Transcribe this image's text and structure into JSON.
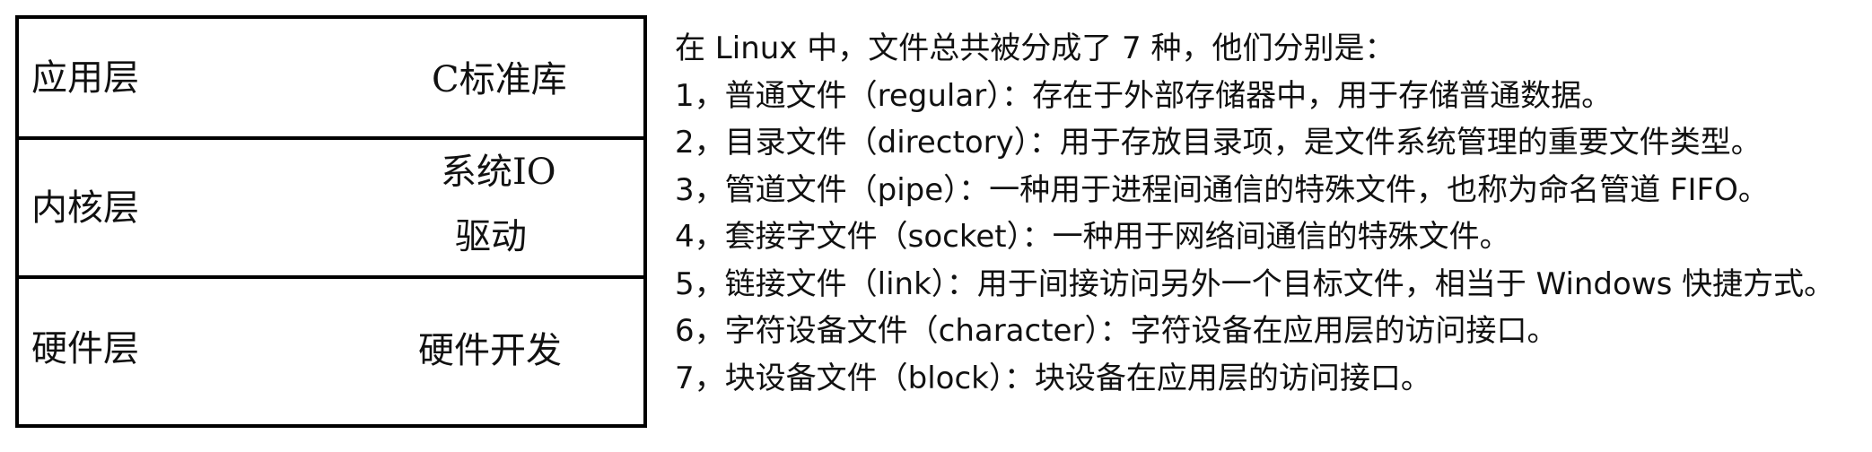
{
  "layers_table": {
    "rows": [
      {
        "layer": "应用层",
        "parts": [
          "C标准库"
        ]
      },
      {
        "layer": "内核层",
        "parts": [
          "系统IO",
          "驱动"
        ]
      },
      {
        "layer": "硬件层",
        "parts": [
          "硬件开发"
        ]
      }
    ]
  },
  "description": {
    "intro": "在 Linux 中，文件总共被分成了 7 种，他们分别是：",
    "items": [
      "1，普通文件（regular）：存在于外部存储器中，用于存储普通数据。",
      "2，目录文件（directory）：用于存放目录项，是文件系统管理的重要文件类型。",
      "3，管道文件（pipe）：一种用于进程间通信的特殊文件，也称为命名管道 FIFO。",
      "4，套接字文件（socket）：一种用于网络间通信的特殊文件。",
      "5，链接文件（link）：用于间接访问另外一个目标文件，相当于 Windows 快捷方式。",
      "6，字符设备文件（character）：字符设备在应用层的访问接口。",
      "7，块设备文件（block）：块设备在应用层的访问接口。"
    ]
  }
}
